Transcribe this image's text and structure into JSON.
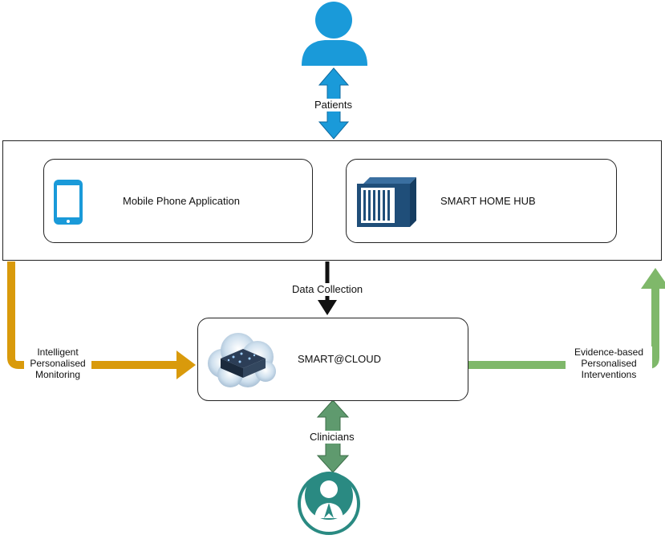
{
  "nodes": {
    "mobile_app": "Mobile Phone Application",
    "smart_home_hub": "SMART HOME HUB",
    "cloud": "SMART@CLOUD"
  },
  "edges": {
    "patients": "Patients",
    "data_collection": "Data Collection",
    "clinicians": "Clinicians",
    "monitoring": [
      "Intelligent",
      "Personalised",
      "Monitoring"
    ],
    "interventions": [
      "Evidence-based",
      "Personalised",
      "Interventions"
    ]
  },
  "icons": {
    "patient": "person-icon",
    "phone": "smartphone-icon",
    "hub": "server-hub-icon",
    "cloud": "cloud-icon",
    "clinician": "doctor-icon"
  },
  "colors": {
    "patient_blue": "#1a9ad9",
    "hub_navy": "#1f4e79",
    "monitoring_gold": "#d99a0b",
    "interventions_green": "#7fb86a",
    "clinician_teal": "#2a8a82",
    "clinician_arrow": "#5f9a6e"
  }
}
